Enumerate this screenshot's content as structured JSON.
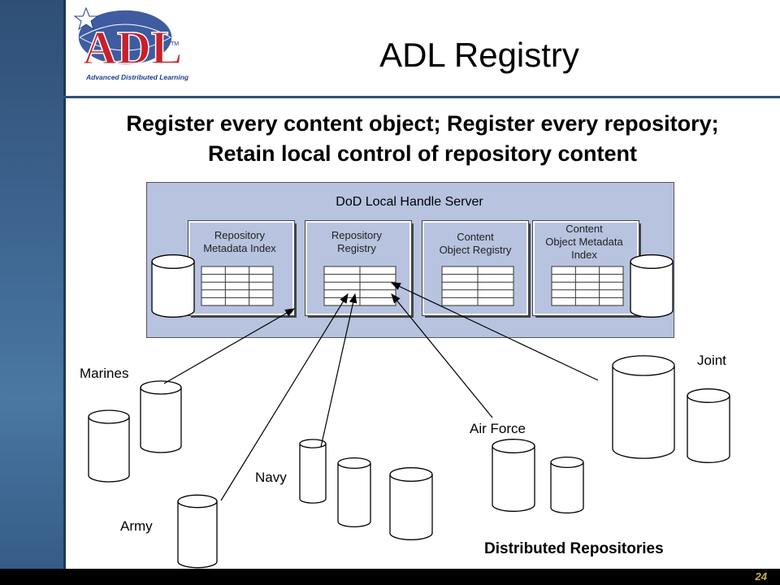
{
  "slide": {
    "title": "ADL Registry",
    "subtitle_line1": "Register every content object; Register every repository;",
    "subtitle_line2": "Retain local control of repository content",
    "page_number": "24"
  },
  "logo": {
    "letters": "ADL",
    "trademark": "TM",
    "caption": "Advanced Distributed Learning"
  },
  "server": {
    "label": "DoD Local Handle Server",
    "registries": [
      {
        "line1": "Repository",
        "line2": "Metadata Index",
        "line3": ""
      },
      {
        "line1": "Repository",
        "line2": "Registry",
        "line3": ""
      },
      {
        "line1": "Content",
        "line2": "Object Registry",
        "line3": ""
      },
      {
        "line1": "Content",
        "line2": "Object Metadata",
        "line3": "Index"
      }
    ]
  },
  "repositories": {
    "marines": "Marines",
    "army": "Army",
    "navy": "Navy",
    "air_force": "Air Force",
    "joint": "Joint",
    "caption": "Distributed Repositories"
  },
  "colors": {
    "sidebar": "#3d6590",
    "server_fill": "#b7c3df",
    "logo_red": "#c8202a",
    "logo_blue": "#1d3f8f",
    "page_number": "#c9b14a"
  }
}
